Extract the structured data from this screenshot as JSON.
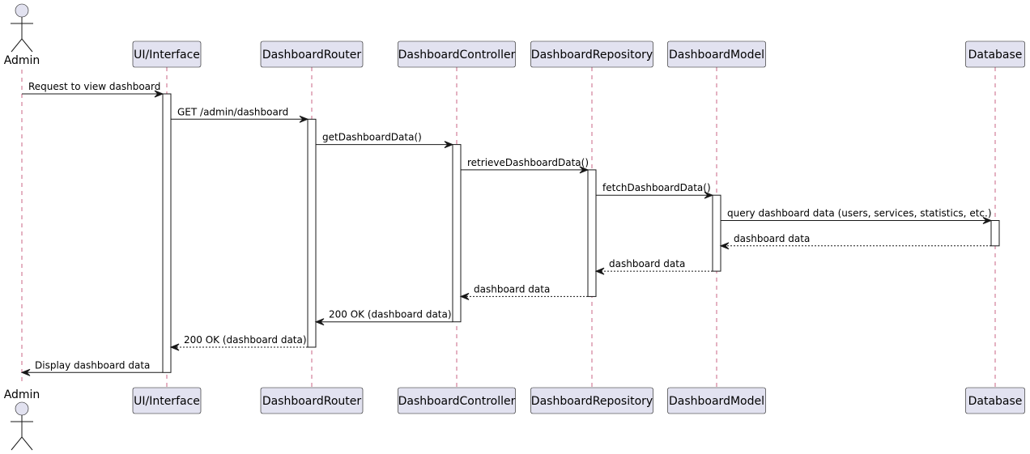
{
  "participants": [
    {
      "id": "admin",
      "name": "Admin",
      "kind": "actor"
    },
    {
      "id": "ui",
      "name": "UI/Interface",
      "kind": "participant"
    },
    {
      "id": "router",
      "name": "DashboardRouter",
      "kind": "participant"
    },
    {
      "id": "controller",
      "name": "DashboardController",
      "kind": "participant"
    },
    {
      "id": "repository",
      "name": "DashboardRepository",
      "kind": "participant"
    },
    {
      "id": "model",
      "name": "DashboardModel",
      "kind": "participant"
    },
    {
      "id": "database",
      "name": "Database",
      "kind": "participant"
    }
  ],
  "messages": [
    {
      "from": "admin",
      "to": "ui",
      "label": "Request to view dashboard",
      "style": "sync"
    },
    {
      "from": "ui",
      "to": "router",
      "label": "GET /admin/dashboard",
      "style": "sync"
    },
    {
      "from": "router",
      "to": "controller",
      "label": "getDashboardData()",
      "style": "sync"
    },
    {
      "from": "controller",
      "to": "repository",
      "label": "retrieveDashboardData()",
      "style": "sync"
    },
    {
      "from": "repository",
      "to": "model",
      "label": "fetchDashboardData()",
      "style": "sync"
    },
    {
      "from": "model",
      "to": "database",
      "label": "query dashboard data (users, services, statistics, etc.)",
      "style": "sync"
    },
    {
      "from": "database",
      "to": "model",
      "label": "dashboard data",
      "style": "return"
    },
    {
      "from": "model",
      "to": "repository",
      "label": "dashboard data",
      "style": "return"
    },
    {
      "from": "repository",
      "to": "controller",
      "label": "dashboard data",
      "style": "return"
    },
    {
      "from": "controller",
      "to": "router",
      "label": "200 OK (dashboard data)",
      "style": "sync"
    },
    {
      "from": "router",
      "to": "ui",
      "label": "200 OK (dashboard data)",
      "style": "return"
    },
    {
      "from": "ui",
      "to": "admin",
      "label": "Display dashboard data",
      "style": "sync"
    }
  ],
  "colors": {
    "participant_fill": "#e2e2f0",
    "border": "#181818",
    "lifeline": "#a80036",
    "activation_fill": "#ffffff"
  }
}
